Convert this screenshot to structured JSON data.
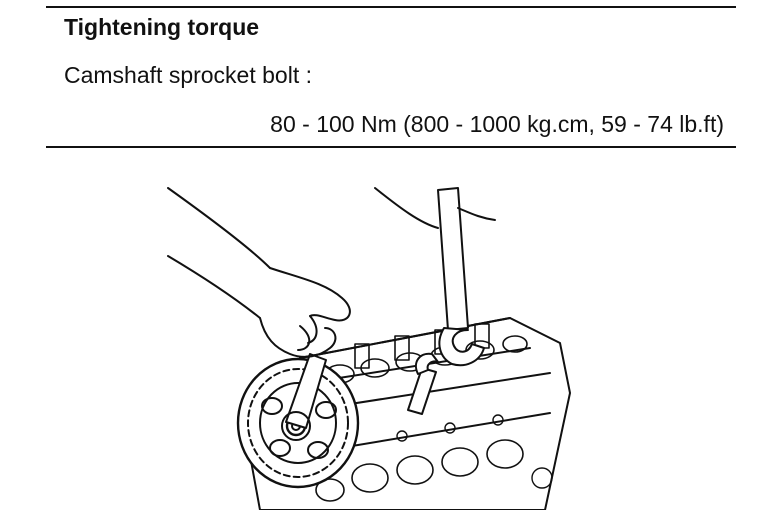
{
  "spec": {
    "heading": "Tightening torque",
    "item_label": "Camshaft sprocket bolt :",
    "item_value": "80 - 100 Nm (800 - 1000 kg.cm, 59 - 74 lb.ft)"
  },
  "illustration": {
    "icon": "engine-camshaft-sprocket-line-drawing"
  }
}
